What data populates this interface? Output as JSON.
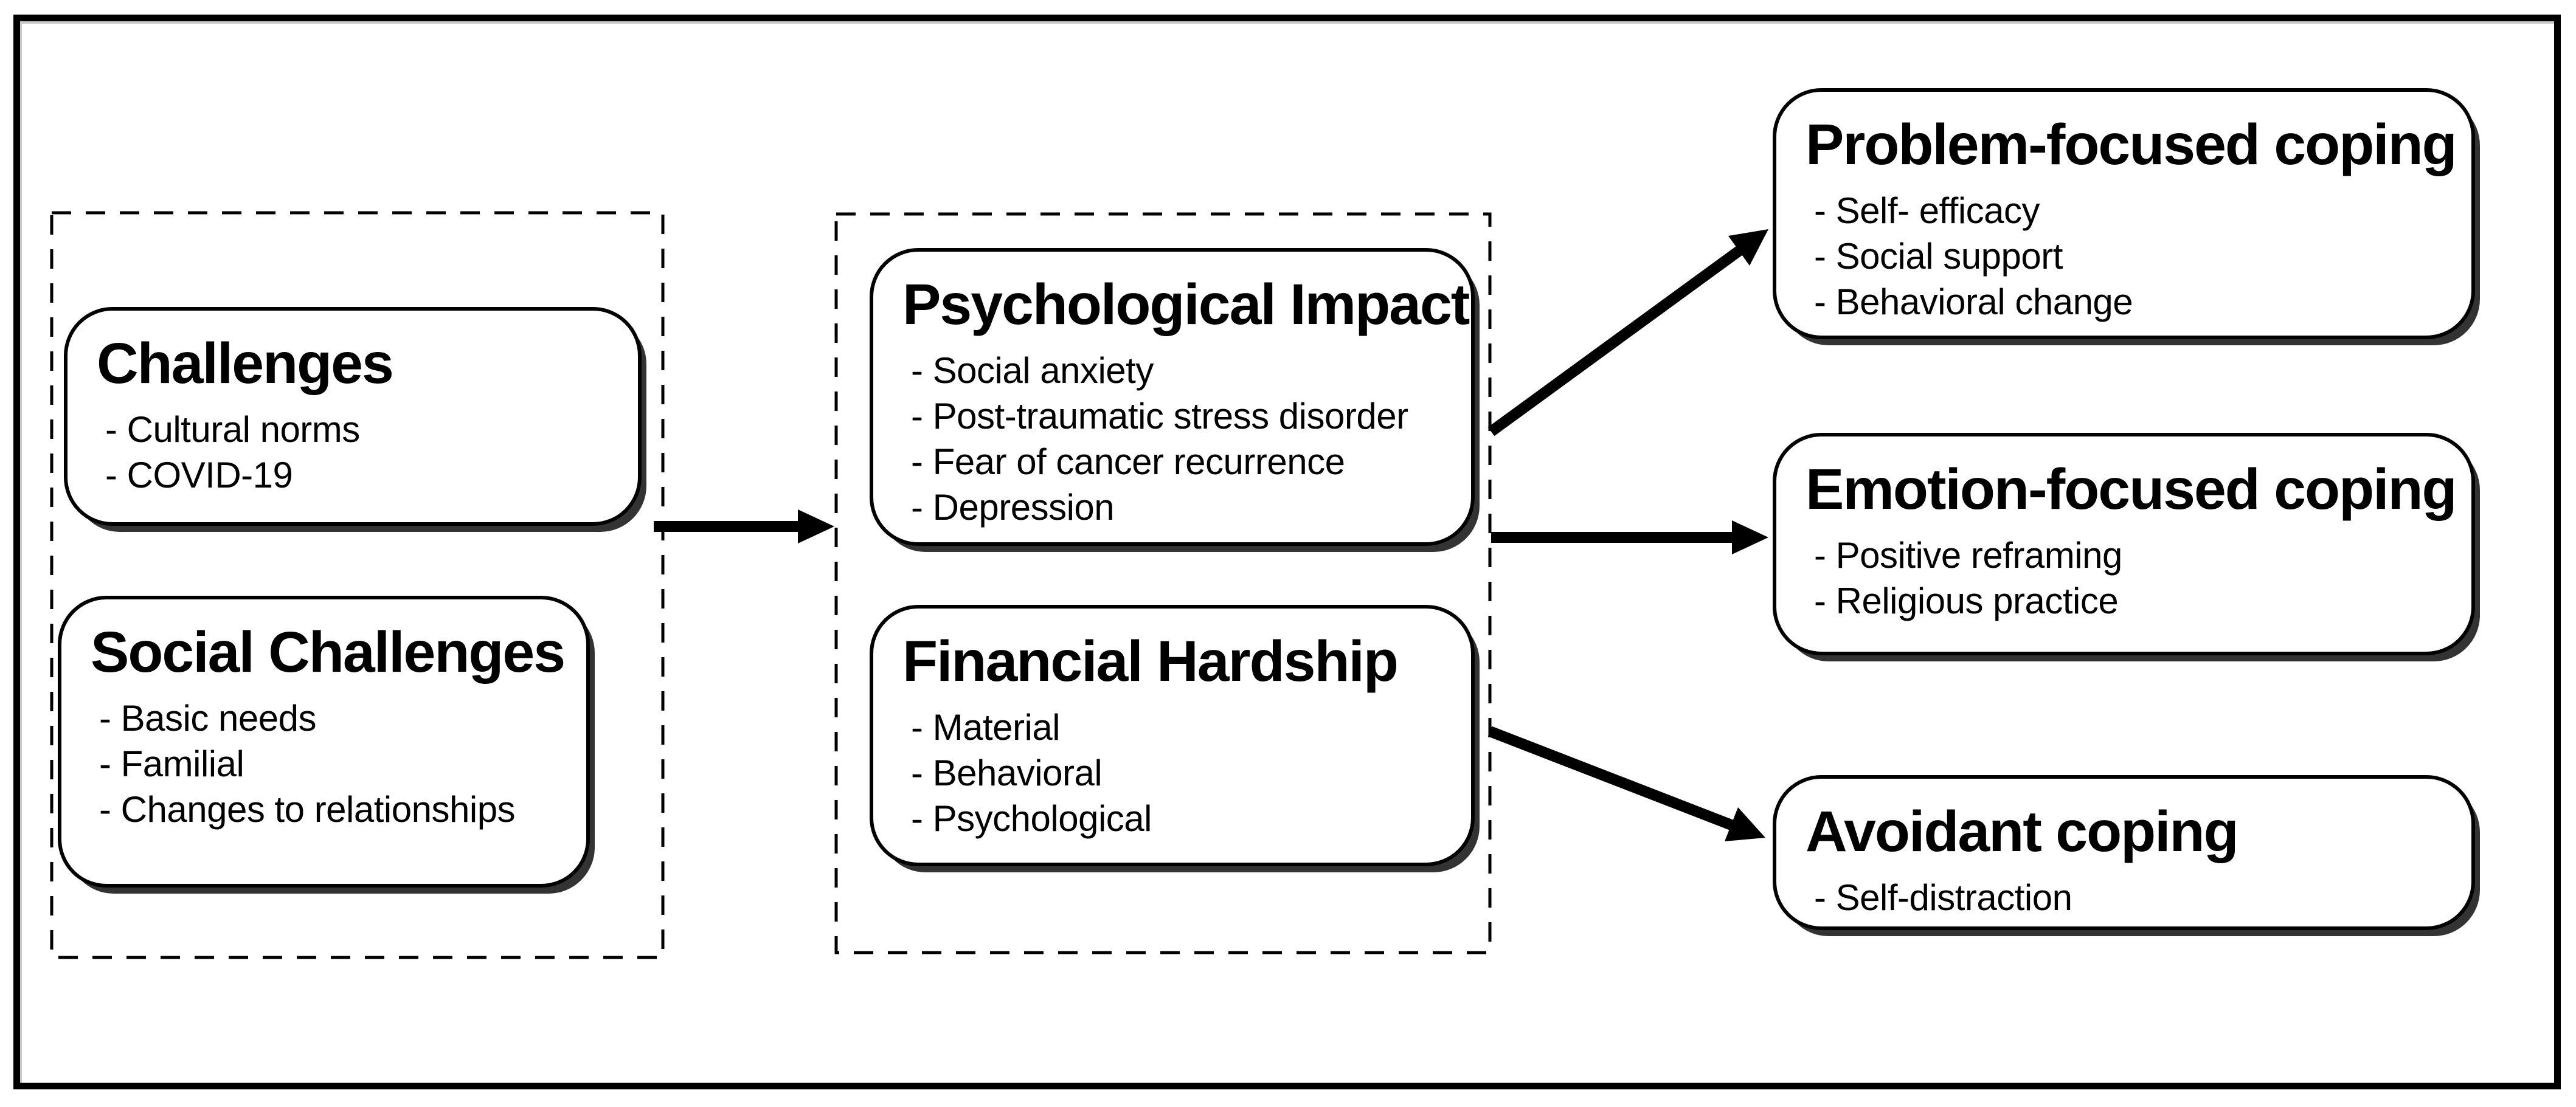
{
  "figure": {
    "colors": {
      "ink": "#000000",
      "background": "#ffffff",
      "shadow": "#000000"
    },
    "groups": {
      "challenges_group": {
        "boxes": [
          {
            "title": "Challenges",
            "items": [
              "- Cultural norms",
              "- COVID-19"
            ]
          },
          {
            "title": "Social Challenges",
            "items": [
              "- Basic needs",
              "- Familial",
              "- Changes to relationships"
            ]
          }
        ]
      },
      "impact_group": {
        "boxes": [
          {
            "title": "Psychological Impact",
            "items": [
              "- Social anxiety",
              "- Post-traumatic stress disorder",
              "- Fear of cancer recurrence",
              "- Depression"
            ]
          },
          {
            "title": "Financial Hardship",
            "items": [
              "- Material",
              "- Behavioral",
              "- Psychological"
            ]
          }
        ]
      },
      "coping_boxes": [
        {
          "title": "Problem-focused coping",
          "items": [
            "- Self- efficacy",
            "- Social support",
            "- Behavioral change"
          ]
        },
        {
          "title": "Emotion-focused coping",
          "items": [
            "- Positive reframing",
            "- Religious practice"
          ]
        },
        {
          "title": "Avoidant coping",
          "items": [
            "- Self-distraction"
          ]
        }
      ]
    }
  }
}
